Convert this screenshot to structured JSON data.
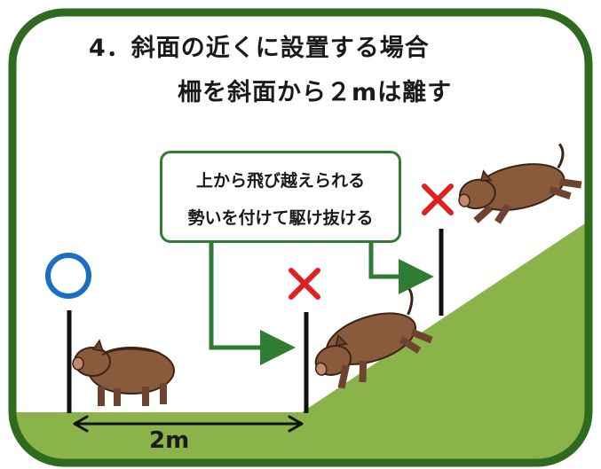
{
  "title": {
    "line1": "4．斜面の近くに設置する場合",
    "line2": "柵を斜面から２mは離す"
  },
  "callout": {
    "line1": "上から飛び越えられる",
    "line2": "勢いを付けて駆け抜ける"
  },
  "distance_label": "2m",
  "marks": {
    "good": "○",
    "bad": "×"
  },
  "colors": {
    "frame": "#2e6b1f",
    "ground": "#8ab34a",
    "arrow": "#2e7d32",
    "good_mark": "#1a6fc4",
    "bad_mark": "#e02020",
    "boar": "#8a5a3c"
  }
}
